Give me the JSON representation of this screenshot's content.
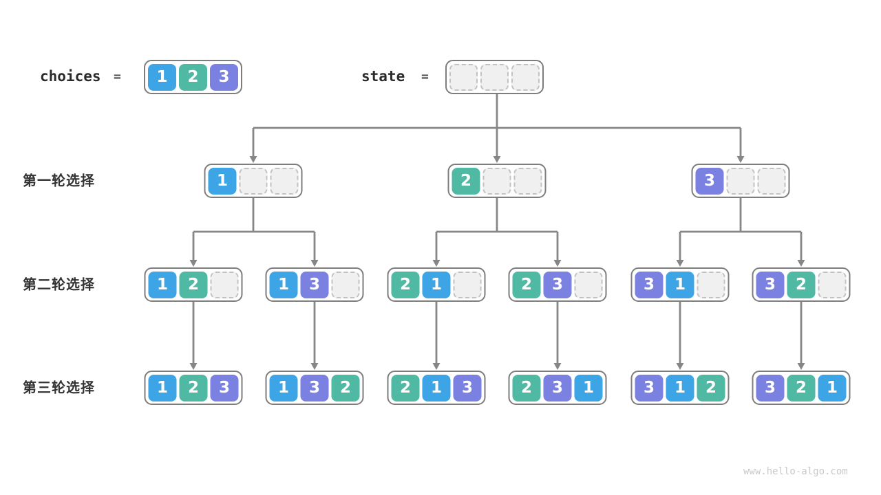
{
  "palette": {
    "cell_colors": {
      "1": "#3da4e6",
      "2": "#4fb9a4",
      "3": "#7b81e0"
    },
    "empty_fill": "#f0f0f0",
    "empty_border": "#c2c2c2",
    "box_border": "#7d7d7d",
    "arrow": "#868686",
    "text": "#333333",
    "code_text": "#2b2b2b",
    "watermark": "#c9c9c9"
  },
  "header": {
    "choices_label": "choices",
    "equals": "=",
    "choices_cells": [
      "1",
      "2",
      "3"
    ],
    "state_label": "state",
    "state_cells": [
      "",
      "",
      ""
    ]
  },
  "rows": [
    {
      "label": "第一轮选择",
      "boxes": [
        [
          "1",
          "",
          ""
        ],
        [
          "2",
          "",
          ""
        ],
        [
          "3",
          "",
          ""
        ]
      ]
    },
    {
      "label": "第二轮选择",
      "boxes": [
        [
          "1",
          "2",
          ""
        ],
        [
          "1",
          "3",
          ""
        ],
        [
          "2",
          "1",
          ""
        ],
        [
          "2",
          "3",
          ""
        ],
        [
          "3",
          "1",
          ""
        ],
        [
          "3",
          "2",
          ""
        ]
      ]
    },
    {
      "label": "第三轮选择",
      "boxes": [
        [
          "1",
          "2",
          "3"
        ],
        [
          "1",
          "3",
          "2"
        ],
        [
          "2",
          "1",
          "3"
        ],
        [
          "2",
          "3",
          "1"
        ],
        [
          "3",
          "1",
          "2"
        ],
        [
          "3",
          "2",
          "1"
        ]
      ]
    }
  ],
  "watermark": "www.hello-algo.com"
}
